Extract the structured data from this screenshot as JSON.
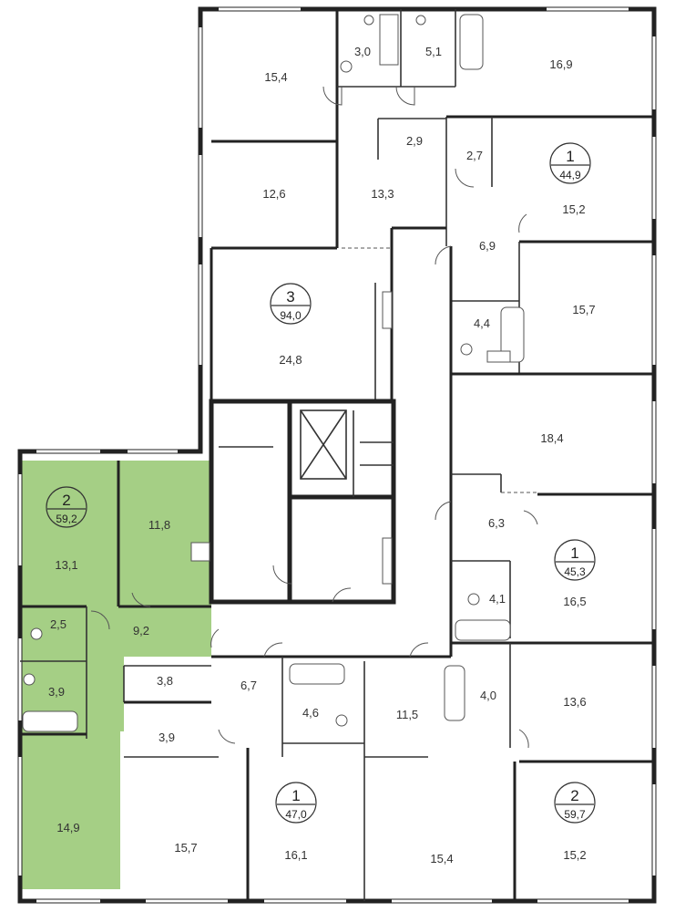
{
  "colors": {
    "highlight": "#a5cf85",
    "wall": "#222222",
    "background": "#ffffff"
  },
  "apartments": [
    {
      "rooms": "2",
      "area": "59,2",
      "highlighted": true
    },
    {
      "rooms": "3",
      "area": "94,0",
      "highlighted": false
    },
    {
      "rooms": "1",
      "area": "44,9",
      "highlighted": false
    },
    {
      "rooms": "1",
      "area": "45,3",
      "highlighted": false
    },
    {
      "rooms": "1",
      "area": "47,0",
      "highlighted": false
    },
    {
      "rooms": "2",
      "area": "59,7",
      "highlighted": false
    }
  ],
  "rooms": {
    "r_15_4_top": "15,4",
    "r_3_0": "3,0",
    "r_5_1": "5,1",
    "r_16_9": "16,9",
    "r_2_9": "2,9",
    "r_2_7": "2,7",
    "r_12_6": "12,6",
    "r_13_3": "13,3",
    "r_15_2_top": "15,2",
    "r_6_9": "6,9",
    "r_24_8": "24,8",
    "r_4_4": "4,4",
    "r_15_7_right": "15,7",
    "r_18_4": "18,4",
    "r_13_1": "13,1",
    "r_11_8": "11,8",
    "r_6_3": "6,3",
    "r_16_5": "16,5",
    "r_4_1": "4,1",
    "r_2_5": "2,5",
    "r_9_2": "9,2",
    "r_3_8": "3,8",
    "r_3_9_left": "3,9",
    "r_6_7": "6,7",
    "r_4_6": "4,6",
    "r_11_5": "11,5",
    "r_4_0": "4,0",
    "r_13_6": "13,6",
    "r_3_9_mid": "3,9",
    "r_14_9": "14,9",
    "r_15_7_bottom": "15,7",
    "r_16_1": "16,1",
    "r_15_4_bottom": "15,4",
    "r_15_2_bottom": "15,2"
  }
}
